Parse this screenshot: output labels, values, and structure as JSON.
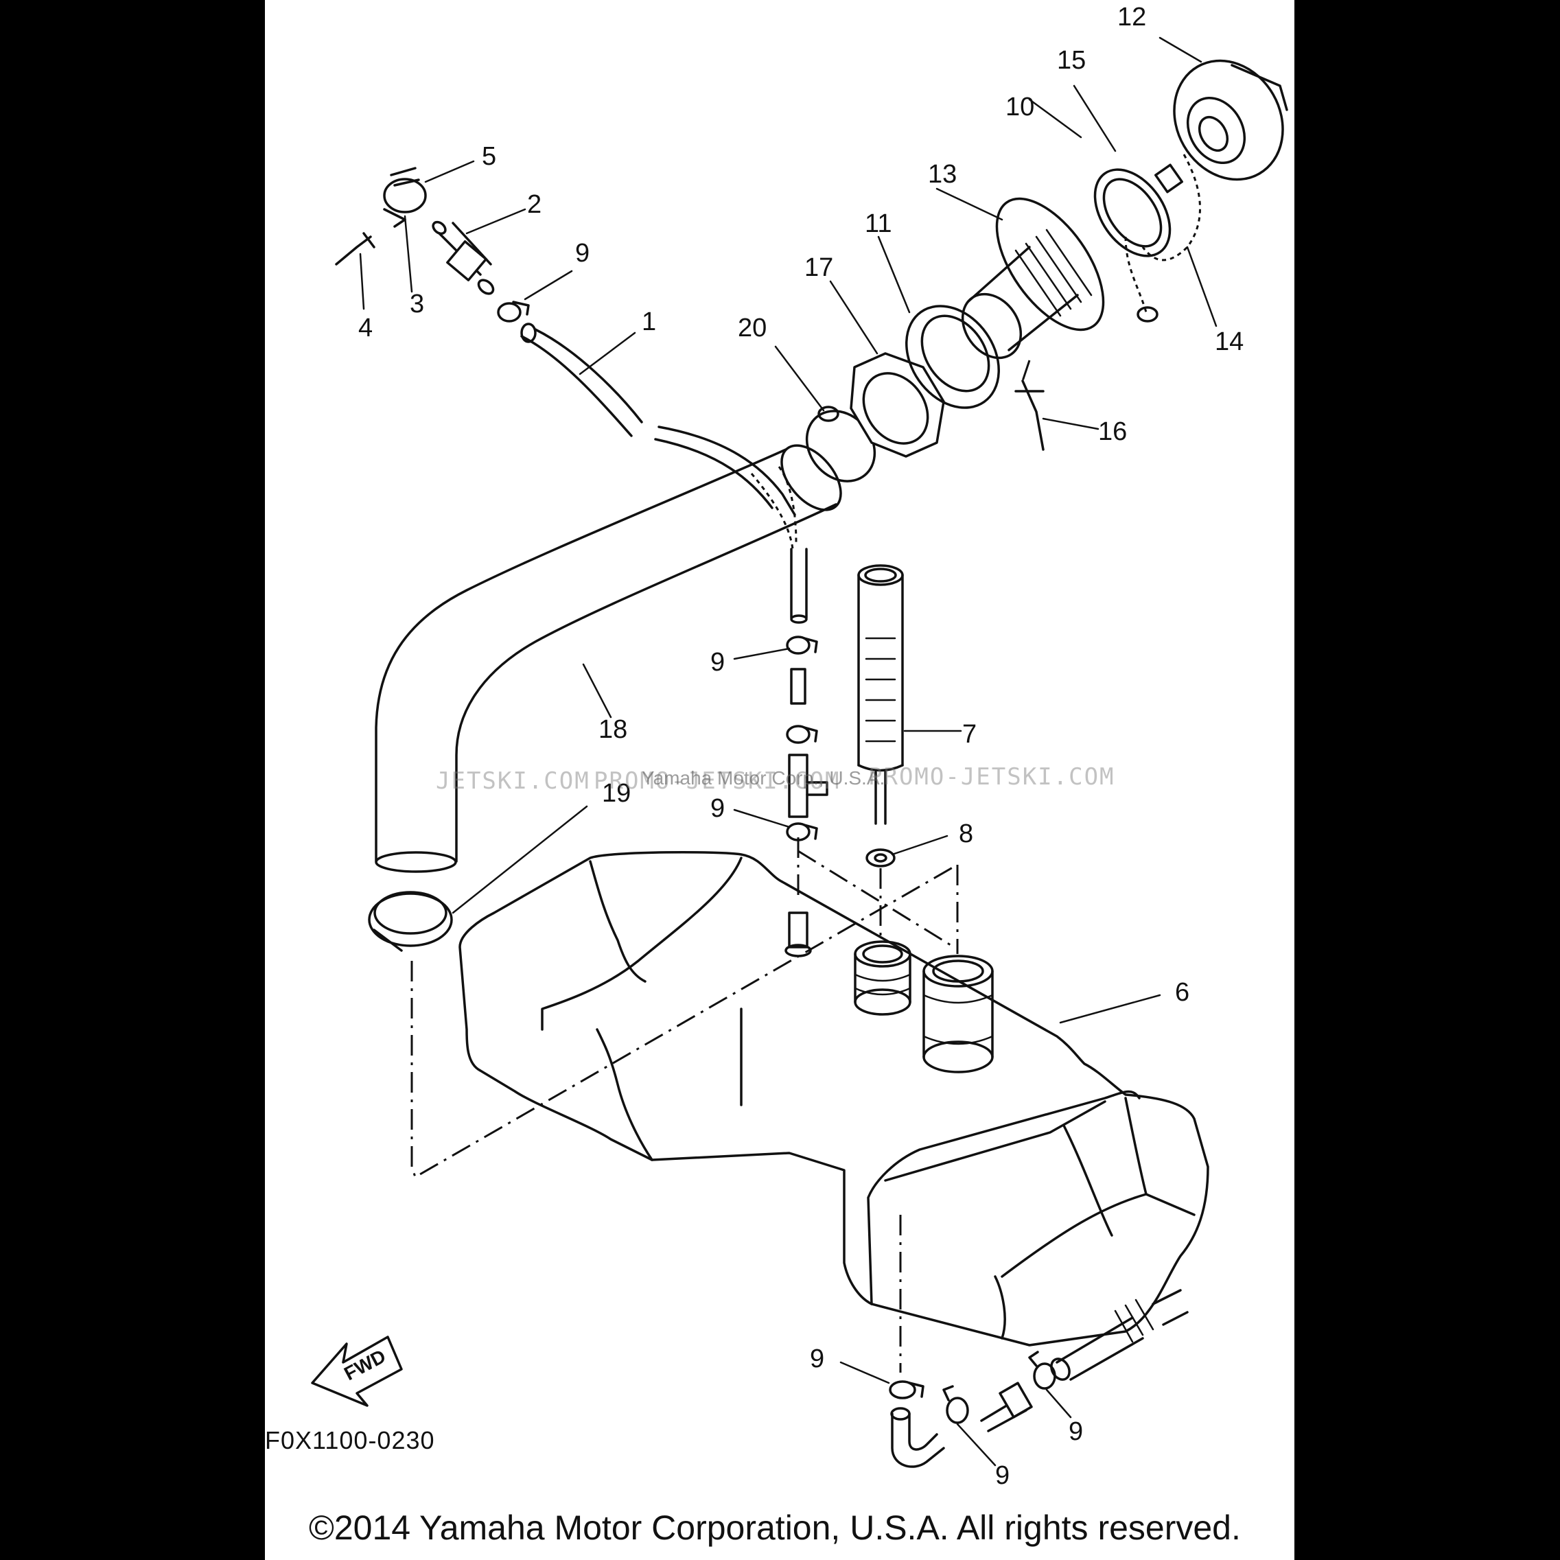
{
  "callouts": [
    {
      "id": "c1",
      "text": "1"
    },
    {
      "id": "c2",
      "text": "2"
    },
    {
      "id": "c3",
      "text": "3"
    },
    {
      "id": "c4",
      "text": "4"
    },
    {
      "id": "c5",
      "text": "5"
    },
    {
      "id": "c6",
      "text": "6"
    },
    {
      "id": "c7",
      "text": "7"
    },
    {
      "id": "c8",
      "text": "8"
    },
    {
      "id": "c9a",
      "text": "9"
    },
    {
      "id": "c9b",
      "text": "9"
    },
    {
      "id": "c9c",
      "text": "9"
    },
    {
      "id": "c9d",
      "text": "9"
    },
    {
      "id": "c9e",
      "text": "9"
    },
    {
      "id": "c9f",
      "text": "9"
    },
    {
      "id": "c10",
      "text": "10"
    },
    {
      "id": "c11",
      "text": "11"
    },
    {
      "id": "c12",
      "text": "12"
    },
    {
      "id": "c13",
      "text": "13"
    },
    {
      "id": "c14",
      "text": "14"
    },
    {
      "id": "c15",
      "text": "15"
    },
    {
      "id": "c16",
      "text": "16"
    },
    {
      "id": "c17",
      "text": "17"
    },
    {
      "id": "c18",
      "text": "18"
    },
    {
      "id": "c19",
      "text": "19"
    },
    {
      "id": "c20",
      "text": "20"
    }
  ],
  "direction_label": "FWD",
  "watermark": {
    "left": "JETSKI.COM",
    "middle": "PROMO-JETSKI.COM",
    "right": "PROMO-JETSKI.COM",
    "owner": "Yamaha Motor Corp., U.S.A."
  },
  "diagram_code": "F0X1100-0230",
  "copyright": "©2014 Yamaha Motor Corporation, U.S.A. All rights reserved."
}
